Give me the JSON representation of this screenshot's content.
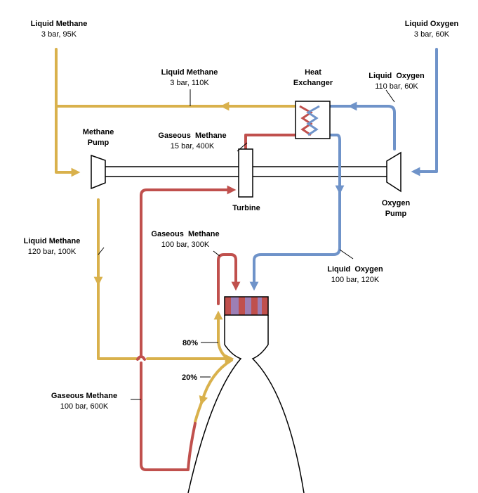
{
  "colors": {
    "methane": "#d9b14c",
    "hot_methane": "#c0504d",
    "oxygen": "#6f93c9",
    "chamber_purple": "#9d7fb5"
  },
  "labels": {
    "methane_inlet": {
      "name": "Liquid Methane",
      "state": "3 bar, 95K"
    },
    "oxygen_inlet": {
      "name": "Liquid Oxygen",
      "state": "3 bar, 60K"
    },
    "methane_return": {
      "name": "Liquid Methane",
      "state": "3 bar, 110K"
    },
    "heat_exchanger": {
      "line1": "Heat",
      "line2": "Exchanger"
    },
    "oxygen_after_pump": {
      "name": "Liquid  Oxygen",
      "state": "110 bar, 60K"
    },
    "methane_pump": {
      "line1": "Methane",
      "line2": "Pump"
    },
    "gaseous_methane_hx": {
      "name": "Gaseous  Methane",
      "state": "15 bar, 400K"
    },
    "turbine": "Turbine",
    "oxygen_pump": {
      "line1": "Oxygen",
      "line2": "Pump"
    },
    "methane_after_pump": {
      "name": "Liquid Methane",
      "state": "120 bar, 100K"
    },
    "gaseous_methane_injector": {
      "name": "Gaseous  Methane",
      "state": "100 bar, 300K"
    },
    "oxygen_to_chamber": {
      "name": "Liquid  Oxygen",
      "state": "100 bar, 120K"
    },
    "split_80": "80%",
    "split_20": "20%",
    "gaseous_methane_nozzle": {
      "name": "Gaseous Methane",
      "state": "100 bar, 600K"
    }
  }
}
